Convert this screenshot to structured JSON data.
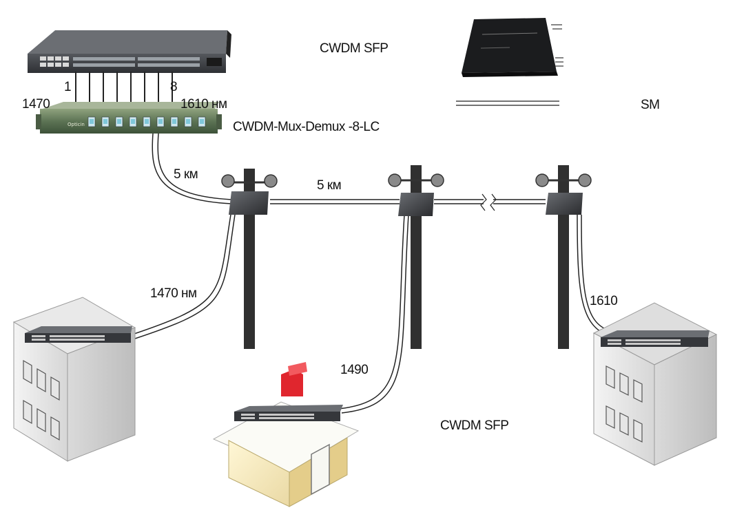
{
  "labels": {
    "cwdm_sfp_top": "CWDM SFP",
    "cwdm_sfp_bottom": "CWDM SFP",
    "port_first": "1",
    "port_last": "8",
    "wl_1470_left": "1470",
    "wl_1610_right": "1610 нм",
    "mux_demux": "CWDM-Mux-Demux -8-LC",
    "dist_drop": "5 км",
    "dist_span": "5 км",
    "sm": "SM",
    "wl_1470_building": "1470 нм",
    "wl_1490_house": "1490",
    "wl_1610_building": "1610"
  },
  "mux_brand": "Opticin",
  "colors": {
    "switch_body": "#3c3e42",
    "mux_body": "#5a6f52",
    "port_cyan": "#7fc7d9",
    "fiber": "#222222",
    "pole": "#303030",
    "chimney": "#e0262e"
  }
}
